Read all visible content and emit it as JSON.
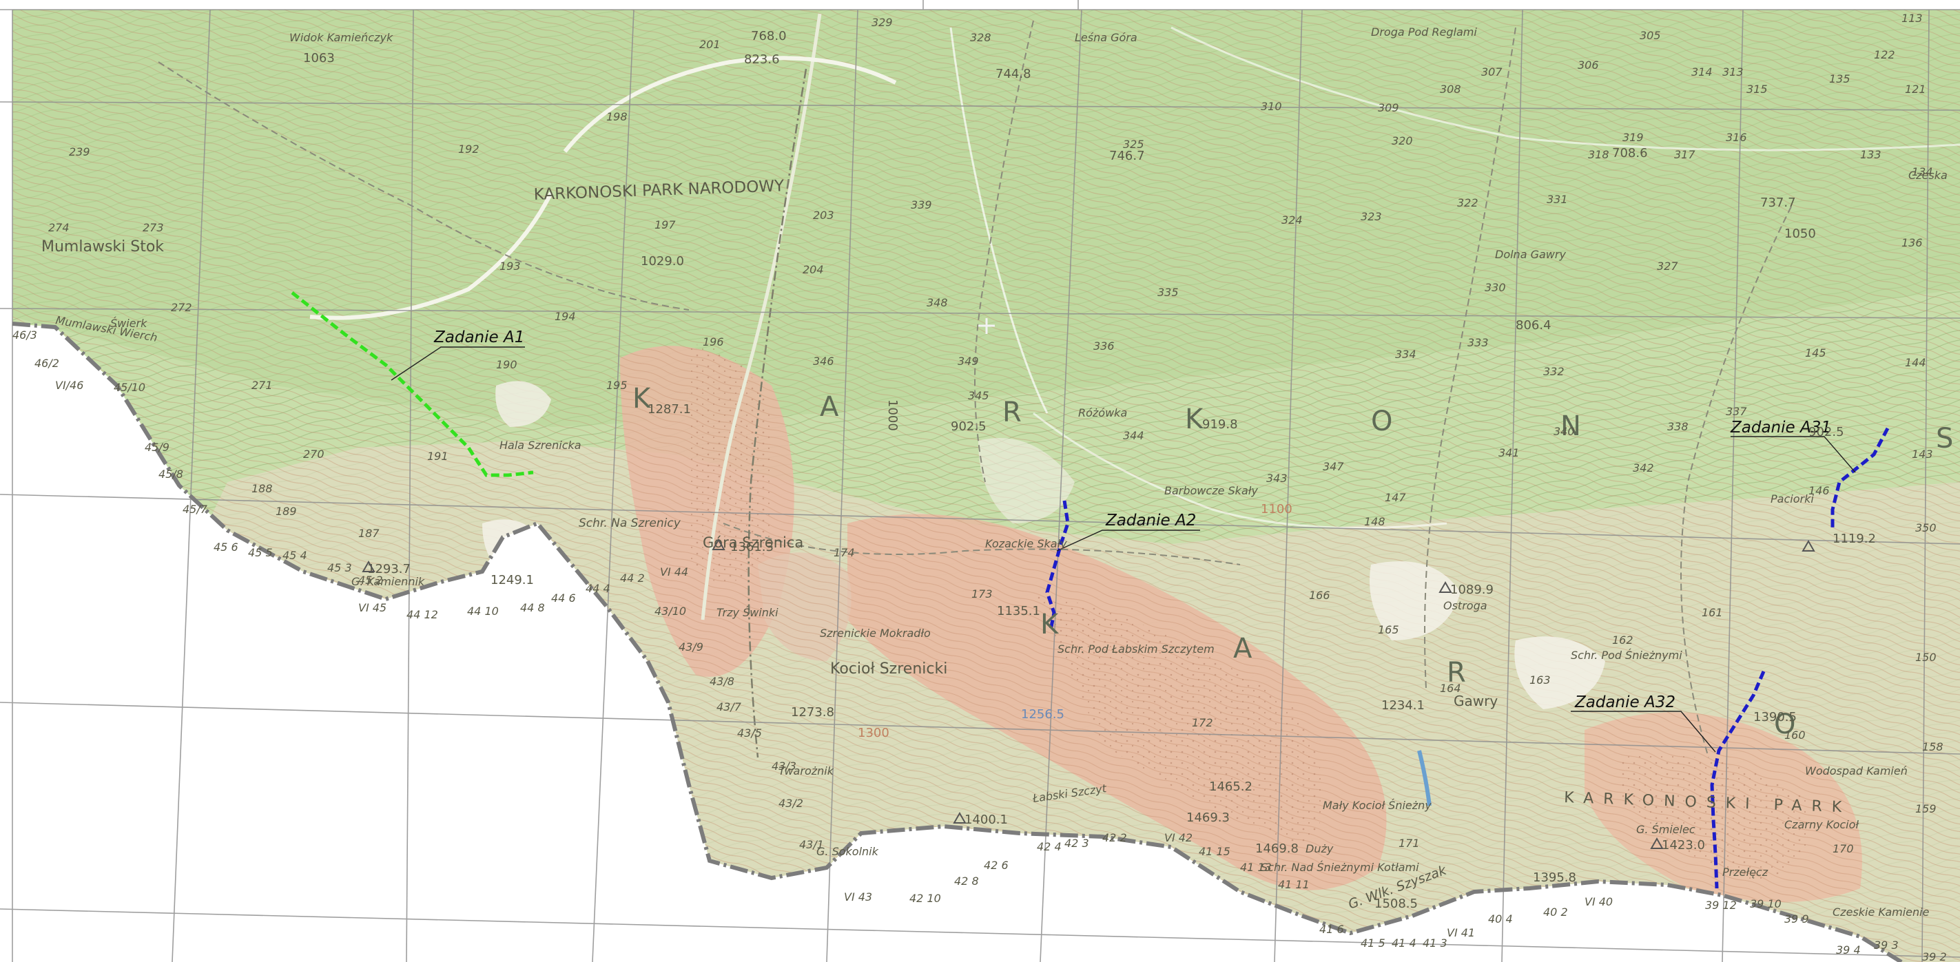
{
  "colors": {
    "forest": "#c8deaa",
    "forest_dark": "#b5d392",
    "highland": "#e7ddc8",
    "rock": "#e8b8a4",
    "outside": "#ffffff",
    "grid": "#8a8a8a",
    "border": "#7a7a7a",
    "contour_green": "#98b57a",
    "contour_brown": "#c08a6a",
    "route_a1": "#33e11f",
    "route_blue": "#1d1dc8",
    "callout_text": "#111111"
  },
  "routes": {
    "a1": "Zadanie A1",
    "a2": "Zadanie A2",
    "a31": "Zadanie A31",
    "a32": "Zadanie A32"
  },
  "region_letters": [
    "K",
    "A",
    "R",
    "K",
    "O",
    "N",
    "S",
    "K",
    "A",
    "R",
    "O"
  ],
  "park_labels": {
    "north": "KARKONOSKI PARK NARODOWY",
    "south": "KARKONOSKI PARK"
  },
  "place_names": {
    "mumlawski_stok": "Mumlawski Stok",
    "mumlawski_wierch": "Mumlawski Wierch",
    "gora_szrenica": "Góra Szrenica",
    "kociol_szrenicki": "Kocioł Szrenicki",
    "szrenickie_mokradlo": "Szrenickie Mokradło",
    "schr_na_szrenicy": "Schr. Na Szrenicy",
    "hala_szrenicka": "Hala Szrenicka",
    "kamiennik": "G. Kamiennik",
    "sokolnik": "G. Sokolnik",
    "twarozn": "Twarożnik",
    "trzy_swinki": "Trzy Świnki",
    "labski_szczyt": "Łabski Szczyt",
    "schr_pod_labskim": "Schr. Pod Łabskim Szczytem",
    "ostroga": "Ostroga",
    "gawry": "Gawry",
    "dolna_gawry": "Dolna Gawry",
    "schr_pod_sniezkami": "Schr. Pod Śnieżnymi",
    "maly_kociol": "Mały Kocioł Śnieżny",
    "duzy": "Duży",
    "schr_nad_snieznymi": "Schr. Nad Śnieżnymi Kotłami",
    "wielki_szyszak": "G. Wlk. Szyszak",
    "smielec": "G. Śmielec",
    "czarny_kociol": "Czarny Kocioł",
    "czeskie_kamienie": "Czeskie Kamienie",
    "przelecz": "Przełęcz",
    "wodospad": "Wodospad Kamień",
    "rozowka": "Różówka",
    "kozackie_sk": "Kozackie Skały",
    "barbowcze": "Barbowcze Skały",
    "swierk": "Świerk",
    "lesna_gora": "Leśna Góra",
    "widok": "Widok Kamieńczyk",
    "droga": "Droga Pod Reglami",
    "pod_kunda": "Paciorki",
    "czerwona": "Czeska"
  },
  "elevations": {
    "e1063": "1063",
    "e823": "823.6",
    "e768": "768.0",
    "e744": "744.8",
    "e746": "746.7",
    "e708": "708.6",
    "e737": "737.7",
    "e806": "806.4",
    "e1029": "1029.0",
    "e1287": "1287.1",
    "e902a": "902.5",
    "e919": "919.8",
    "e902b": "902.5",
    "e1361": "1361.3",
    "e1293": "1293.7",
    "e1249": "1249.1",
    "e1135": "1135.1",
    "e1089": "1089.9",
    "e1234": "1234.1",
    "e1256": "1256.5",
    "e1273": "1273.8",
    "e1400": "1400.1",
    "e1469": "1469.3",
    "e1465": "1465.2",
    "e1469b": "1469.8",
    "e1508": "1508.5",
    "e1395": "1395.8",
    "e1423": "1423.0",
    "e1390": "1390.5",
    "e1119": "1119.2",
    "e1000": "1000",
    "e1100": "1100",
    "e1300": "1300",
    "e1050": "1050"
  },
  "sections": {
    "s1": "274",
    "s2": "273",
    "s3": "239",
    "s4": "272",
    "s5": "271",
    "s6": "270",
    "s7": "188",
    "s8": "189",
    "s9": "187",
    "s10": "191",
    "s11": "190",
    "s12": "193",
    "s13": "195",
    "s14": "194",
    "s15": "192",
    "s16": "196",
    "s17": "197",
    "s18": "198",
    "s19": "201",
    "s20": "203",
    "s21": "204",
    "s22": "174",
    "s23": "173",
    "s24": "166",
    "s25": "165",
    "s26": "164",
    "s27": "163",
    "s28": "162",
    "s29": "161",
    "s30": "160",
    "s31": "172",
    "s32": "171",
    "s33": "170",
    "s34": "158",
    "s35": "159",
    "s36": "150",
    "s37": "145",
    "s38": "144",
    "s39": "143",
    "s40": "146",
    "s41": "147",
    "s42": "148",
    "s43": "329",
    "s44": "328",
    "s45": "327",
    "s46": "325",
    "s47": "324",
    "s48": "323",
    "s49": "322",
    "s50": "320",
    "s51": "319",
    "s52": "318",
    "s53": "317",
    "s54": "316",
    "s55": "315",
    "s56": "314",
    "s57": "313",
    "s58": "310",
    "s59": "309",
    "s60": "308",
    "s61": "307",
    "s62": "306",
    "s63": "305",
    "s64": "331",
    "s65": "330",
    "s66": "332",
    "s67": "333",
    "s68": "334",
    "s69": "336",
    "s70": "337",
    "s71": "338",
    "s72": "339",
    "s73": "340",
    "s74": "341",
    "s75": "342",
    "s76": "343",
    "s77": "344",
    "s78": "345",
    "s79": "346",
    "s80": "347",
    "s81": "348",
    "s82": "349",
    "s83": "350",
    "s84": "335",
    "s85": "122",
    "s86": "121",
    "s87": "133",
    "s88": "134",
    "s89": "135",
    "s90": "136"
  },
  "border_marks": {
    "m1": "46/3",
    "m2": "46/2",
    "m3": "VI/46",
    "m4": "45/10",
    "m5": "45/9",
    "m6": "45/8",
    "m7": "45/7",
    "m8": "45 6",
    "m9": "45 5",
    "m10": "45 4",
    "m11": "45 3",
    "m12": "45 2",
    "m13": "VI 45",
    "m14": "44 12",
    "m15": "44 10",
    "m16": "44 8",
    "m17": "44 6",
    "m18": "44 4",
    "m19": "44 2",
    "m20": "VI 44",
    "m21": "43/10",
    "m22": "43/9",
    "m23": "43/8",
    "m24": "43/7",
    "m25": "43/5",
    "m26": "43/3",
    "m27": "43/2",
    "m28": "43/1",
    "m29": "VI 43",
    "m30": "42 10",
    "m31": "42 8",
    "m32": "42 6",
    "m33": "42 4",
    "m34": "42 3",
    "m35": "42 2",
    "m36": "VI 42",
    "m37": "41 15",
    "m38": "41 13",
    "m39": "41 11",
    "m40": "41 6",
    "m41": "41 5",
    "m42": "41 4",
    "m43": "41 3",
    "m44": "VI 41",
    "m45": "40 4",
    "m46": "40 2",
    "m47": "VI 40",
    "m48": "39 12",
    "m49": "39 10",
    "m50": "39 9",
    "m51": "39 4",
    "m52": "39 3",
    "m53": "39 2",
    "m54": "113"
  }
}
